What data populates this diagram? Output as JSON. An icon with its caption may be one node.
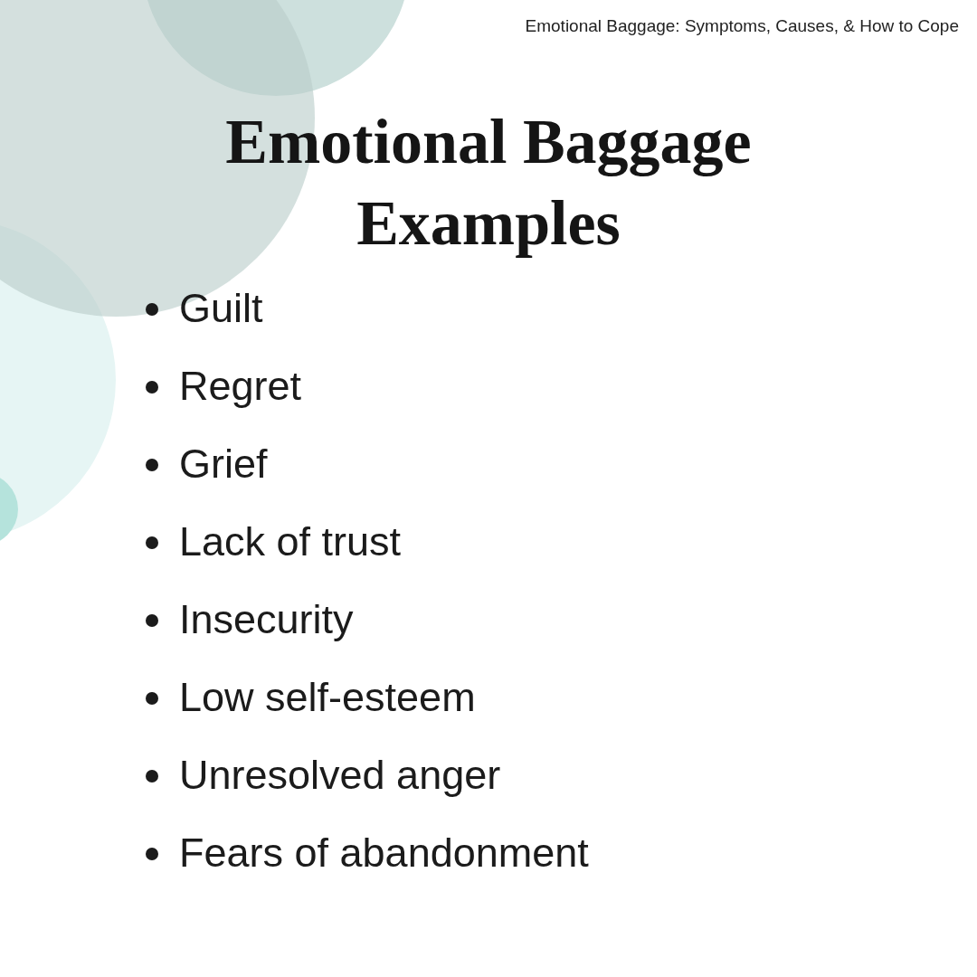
{
  "diagram": {
    "title": "Emotional Baggage Examples",
    "labels": [
      "Emotional Baggage: Symptoms, Causes, & How to Cope",
      "Guilt",
      "Regret",
      "Grief",
      "Lack of trust",
      "Insecurity",
      "Low self-esteem",
      "Unresolved anger",
      "Fears of abandonment"
    ]
  }
}
